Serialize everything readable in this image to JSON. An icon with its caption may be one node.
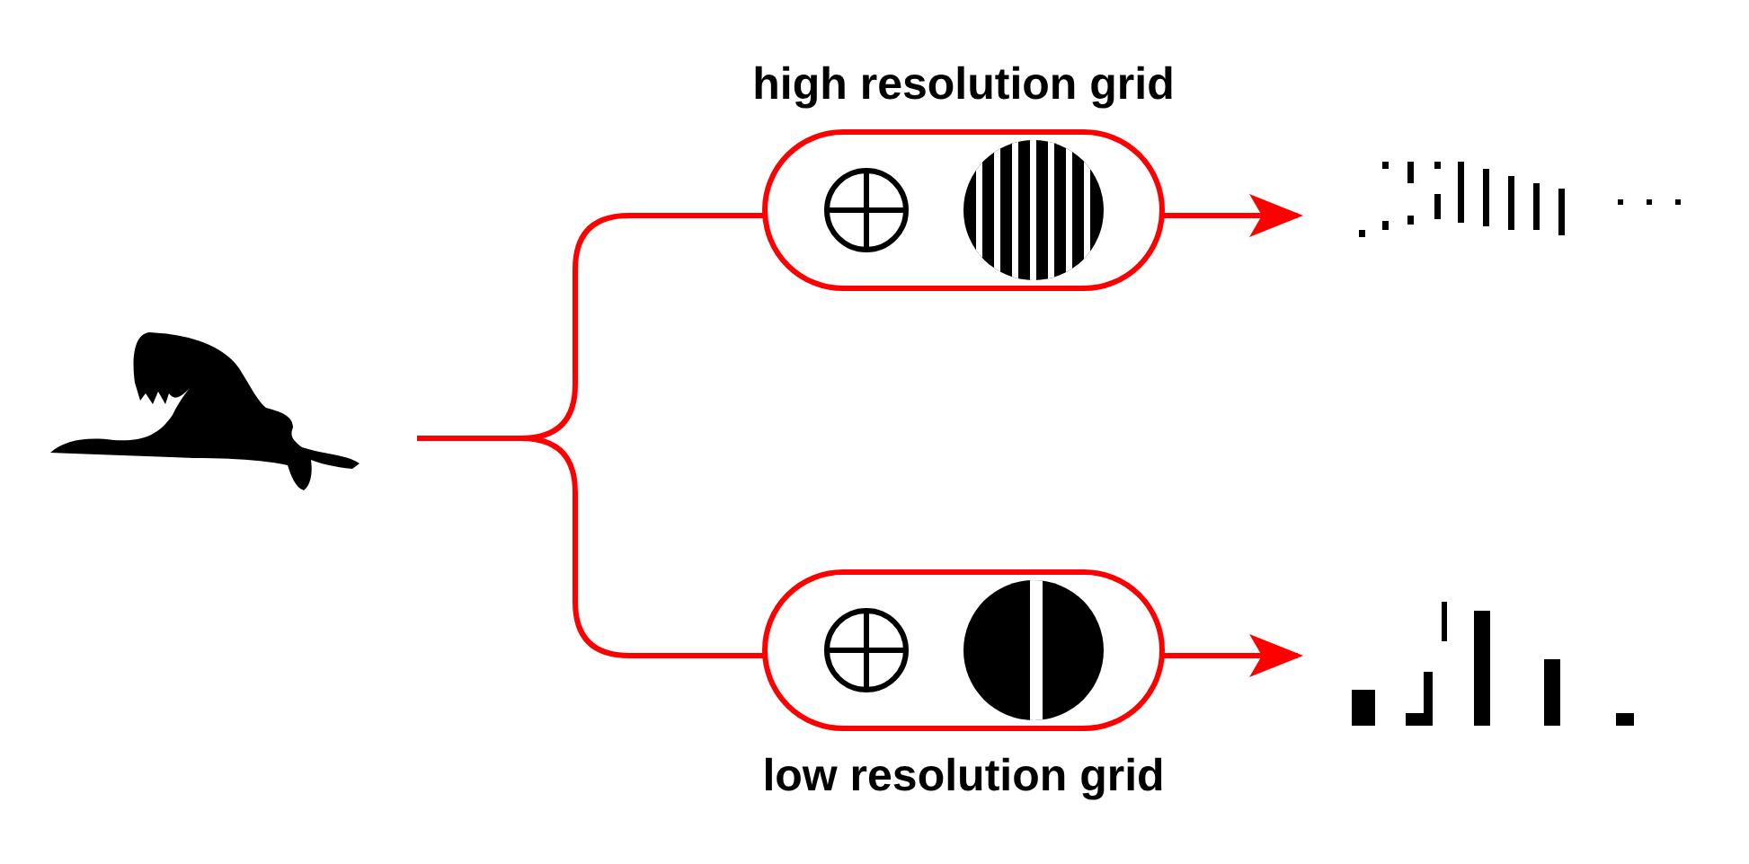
{
  "diagram": {
    "nodes": [
      {
        "text": [],
        "shape": "picture"
      },
      {
        "text": [
          "high resolution grid"
        ]
      },
      {
        "text": [
          "low resolution grid"
        ]
      },
      {
        "text": [],
        "shape": "picture"
      },
      {
        "text": [],
        "shape": "picture"
      }
    ],
    "edges": [
      {
        "from": 0,
        "to": 1,
        "arrow": "none"
      },
      {
        "from": 0,
        "to": 2,
        "arrow": "none"
      },
      {
        "from": 1,
        "to": 3,
        "arrow": "to"
      },
      {
        "from": 2,
        "to": 4,
        "arrow": "to"
      }
    ]
  }
}
